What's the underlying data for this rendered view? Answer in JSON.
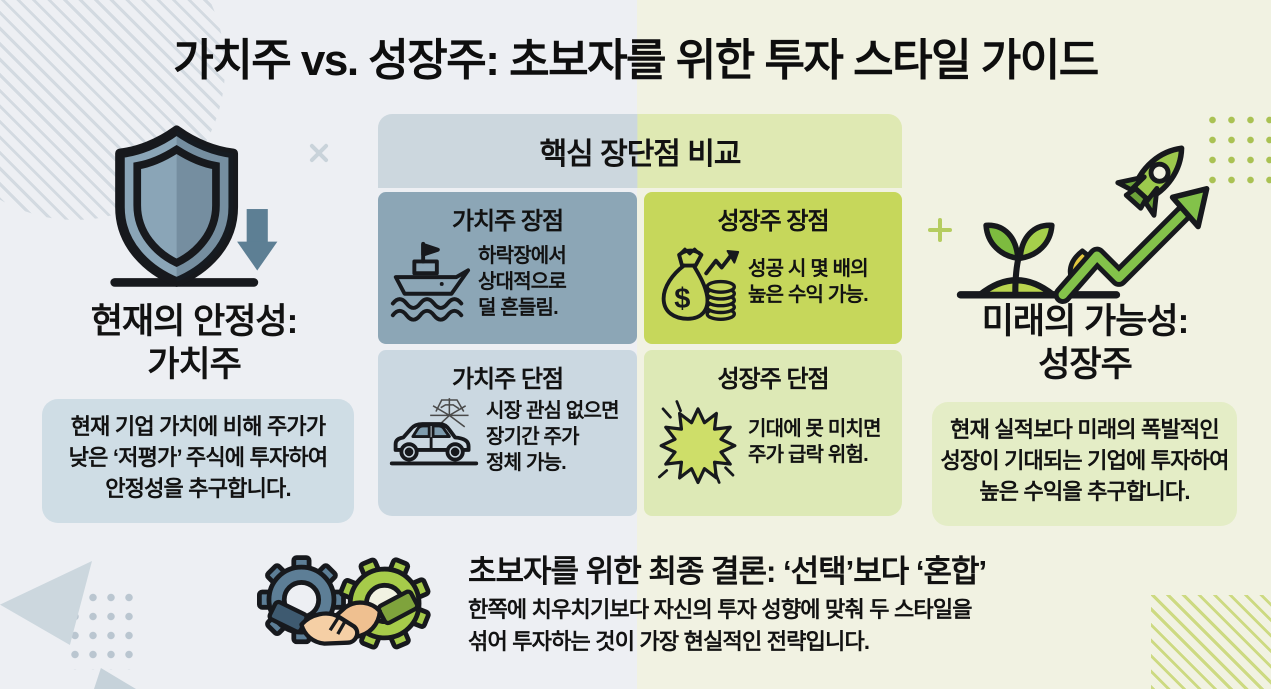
{
  "title": "가치주 vs. 성장주: 초보자를 위한 투자 스타일 가이드",
  "left_section": {
    "icon": "shield-down-arrow-icon",
    "heading_lines": [
      "현재의 안정성:",
      "가치주"
    ],
    "description_lines": [
      "현재 기업 가치에 비해 주가가",
      "낮은 ‘저평가’ 주식에 투자하여",
      "안정성을 추구합니다."
    ]
  },
  "comparison": {
    "header": "핵심 장단점 비교",
    "cells": [
      {
        "id": "value-pros",
        "title": "가치주 장점",
        "icon": "ship-icon",
        "lines": [
          "하락장에서",
          "상대적으로",
          "덜 흔들림."
        ]
      },
      {
        "id": "growth-pros",
        "title": "성장주 장점",
        "icon": "money-bag-chart-icon",
        "lines": [
          "성공 시 몇 배의",
          "높은 수익 가능."
        ]
      },
      {
        "id": "value-cons",
        "title": "가치주 단점",
        "icon": "car-cobweb-icon",
        "lines": [
          "시장 관심 없으면",
          "장기간 주가",
          "정체 가능."
        ]
      },
      {
        "id": "growth-cons",
        "title": "성장주 단점",
        "icon": "burst-icon",
        "lines": [
          "기대에 못 미치면",
          "주가 급락 위험."
        ]
      }
    ]
  },
  "right_section": {
    "icon": "sprout-rocket-arrow-icon",
    "heading_lines": [
      "미래의 가능성:",
      "성장주"
    ],
    "description_lines": [
      "현재 실적보다 미래의 폭발적인",
      "성장이 기대되는 기업에 투자하여",
      "높은 수익을 추구합니다."
    ]
  },
  "conclusion": {
    "icon": "gears-handshake-icon",
    "heading": "초보자를 위한 최종 결론: ‘선택’보다 ‘혼합’",
    "lines": [
      "한쪽에 치우치기보다 자신의 투자 성향에 맞춰 두 스타일을",
      "섞어 투자하는 것이 가장 현실적인 전략입니다."
    ]
  },
  "colors": {
    "value_accent": "#8ca6b6",
    "growth_accent": "#c6d75b",
    "value_soft": "#cfdde5",
    "growth_soft": "#e4edc6",
    "bg_left": "#edeff3",
    "bg_right": "#f1f2e2",
    "text": "#121212"
  }
}
